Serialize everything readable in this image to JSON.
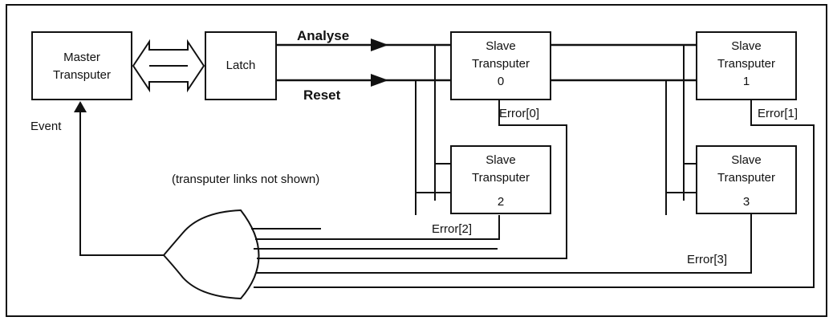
{
  "master": {
    "line1": "Master",
    "line2": "Transputer"
  },
  "latch": {
    "label": "Latch"
  },
  "signals": {
    "analyse": "Analyse",
    "reset": "Reset",
    "event": "Event"
  },
  "slaves": [
    {
      "line1": "Slave",
      "line2": "Transputer",
      "line3": "0",
      "error": "Error[0]"
    },
    {
      "line1": "Slave",
      "line2": "Transputer",
      "line3": "1",
      "error": "Error[1]"
    },
    {
      "line1": "Slave",
      "line2": "Transputer",
      "line3": "2",
      "error": "Error[2]"
    },
    {
      "line1": "Slave",
      "line2": "Transputer",
      "line3": "3",
      "error": "Error[3]"
    }
  ],
  "note": "(transputer links not shown)"
}
